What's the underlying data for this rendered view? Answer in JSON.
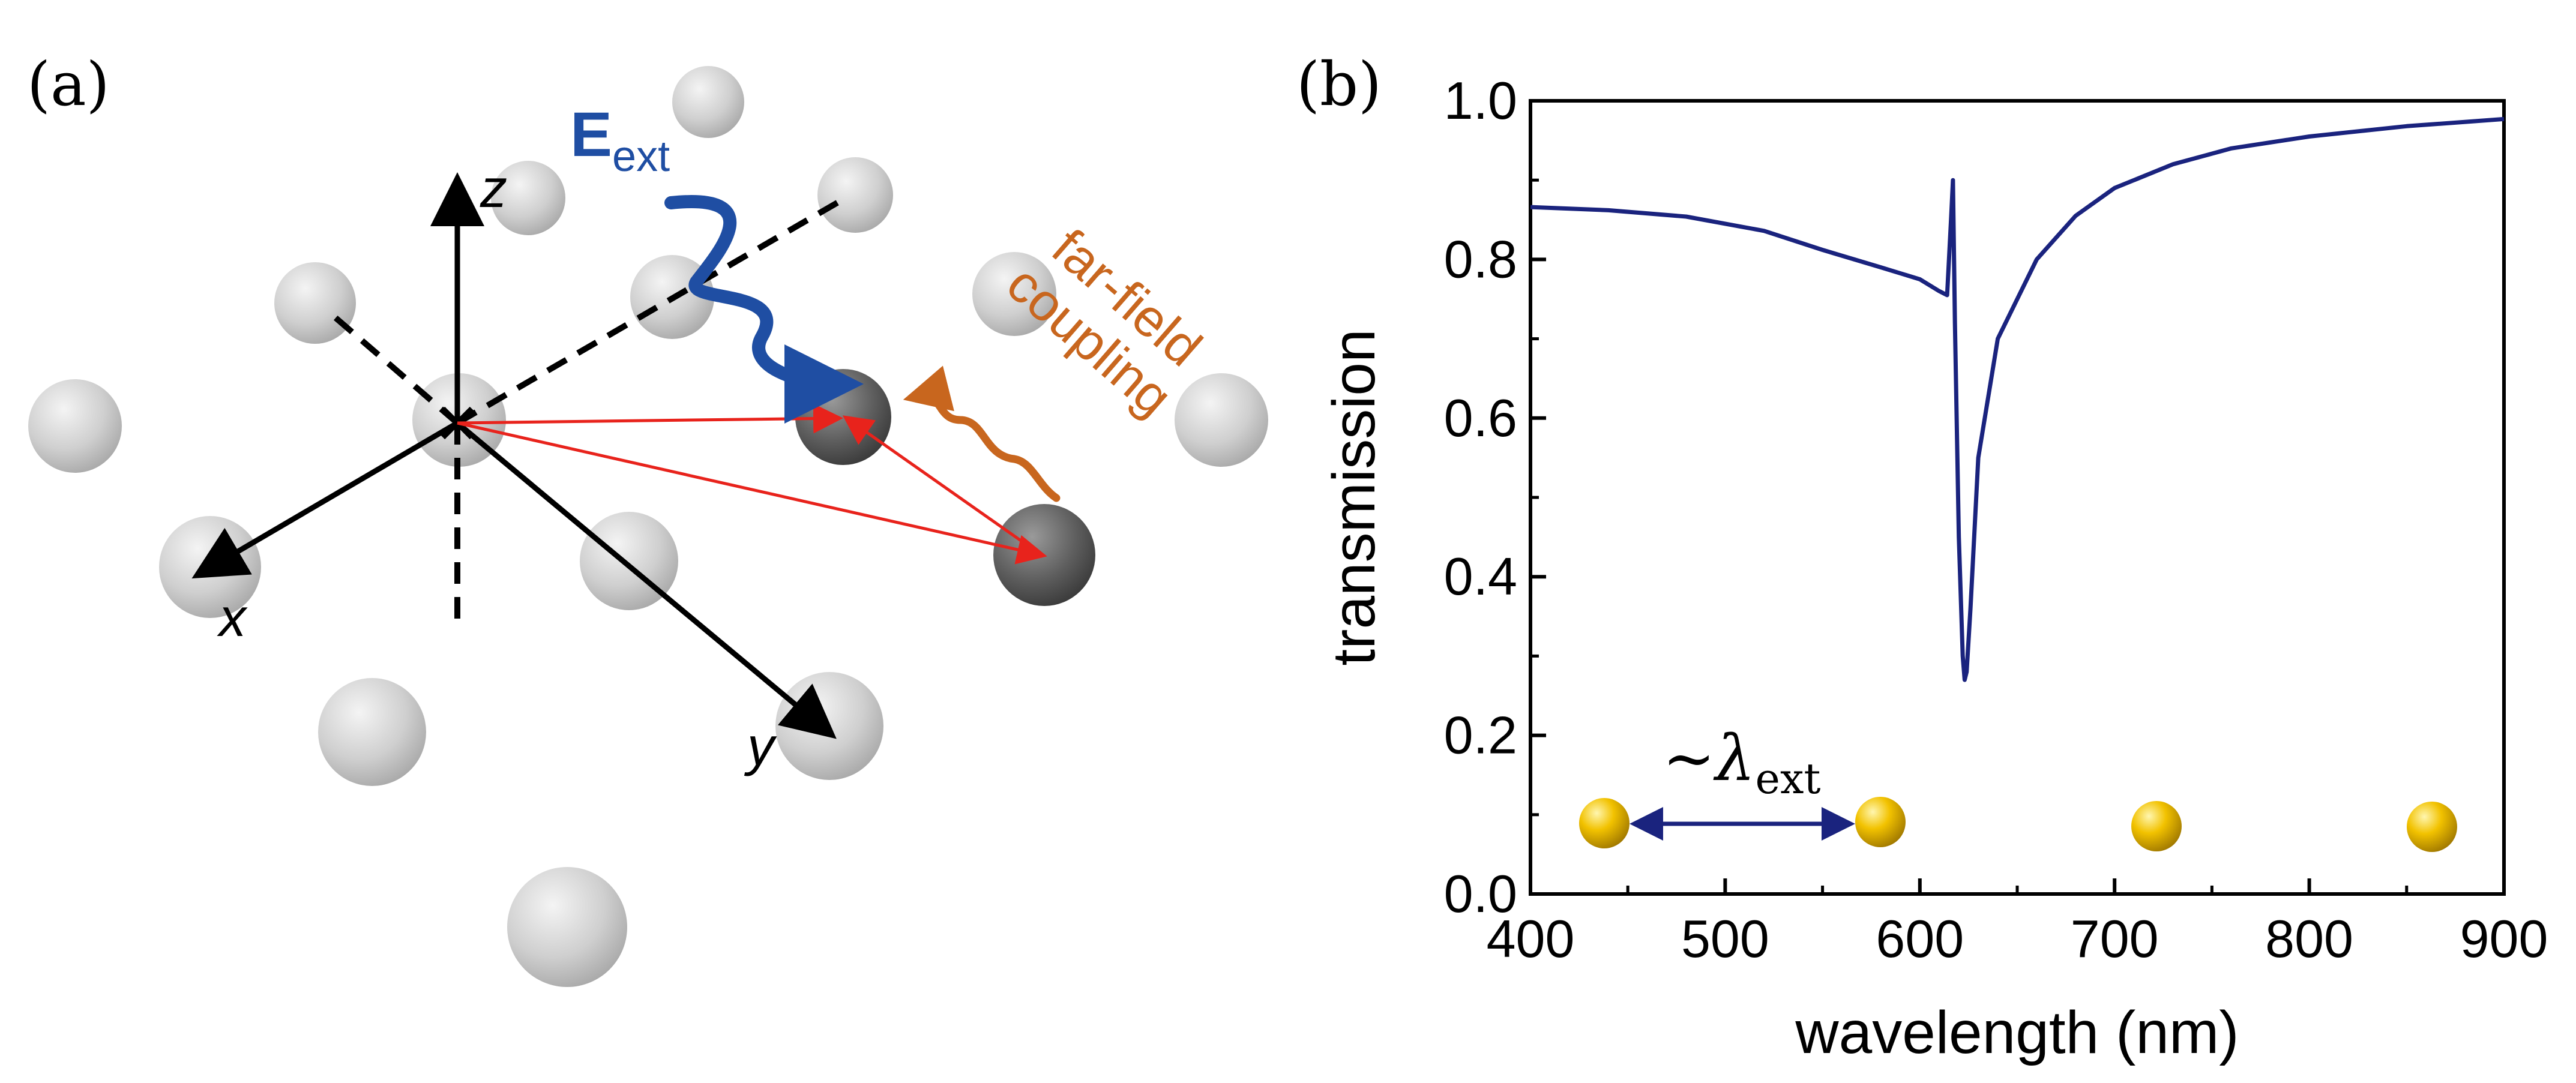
{
  "panel_a": {
    "label": "(a)",
    "e_field_main": "E",
    "e_field_sub": "ext",
    "axis_x": "x",
    "axis_y": "y",
    "axis_z": "z",
    "coupling_line1": "far-field",
    "coupling_line2": "coupling",
    "colors": {
      "e_field": "#1f4ea3",
      "coupling": "#c8661e",
      "vectors": "#e8231c",
      "axes": "#000000",
      "sphere_light": "#d2d2d2",
      "sphere_dark": "#6f6f6f"
    }
  },
  "panel_b": {
    "label": "(b)",
    "inset_prefix": "~λ",
    "inset_sub": "ext",
    "colors": {
      "curve": "#1a237e",
      "inset_arrow": "#1a237e",
      "gold": "#f2c200"
    }
  },
  "chart_data": {
    "type": "line",
    "xlabel": "wavelength (nm)",
    "ylabel": "transmission",
    "xlim": [
      400,
      900
    ],
    "ylim": [
      0.0,
      1.0
    ],
    "x_ticks": [
      "400",
      "500",
      "600",
      "700",
      "800",
      "900"
    ],
    "y_ticks": [
      "0.0",
      "0.2",
      "0.4",
      "0.6",
      "0.8",
      "1.0"
    ],
    "grid": false,
    "series": [
      {
        "x": [
          400,
          440,
          480,
          520,
          550,
          580,
          600,
          610,
          614,
          616,
          617,
          618,
          620,
          622,
          623,
          624,
          626,
          630,
          640,
          660,
          680,
          700,
          730,
          760,
          800,
          850,
          900
        ],
        "y": [
          0.866,
          0.862,
          0.854,
          0.836,
          0.812,
          0.79,
          0.775,
          0.76,
          0.755,
          0.85,
          0.9,
          0.72,
          0.45,
          0.3,
          0.27,
          0.28,
          0.36,
          0.55,
          0.7,
          0.8,
          0.855,
          0.89,
          0.92,
          0.94,
          0.955,
          0.968,
          0.977
        ]
      }
    ]
  }
}
